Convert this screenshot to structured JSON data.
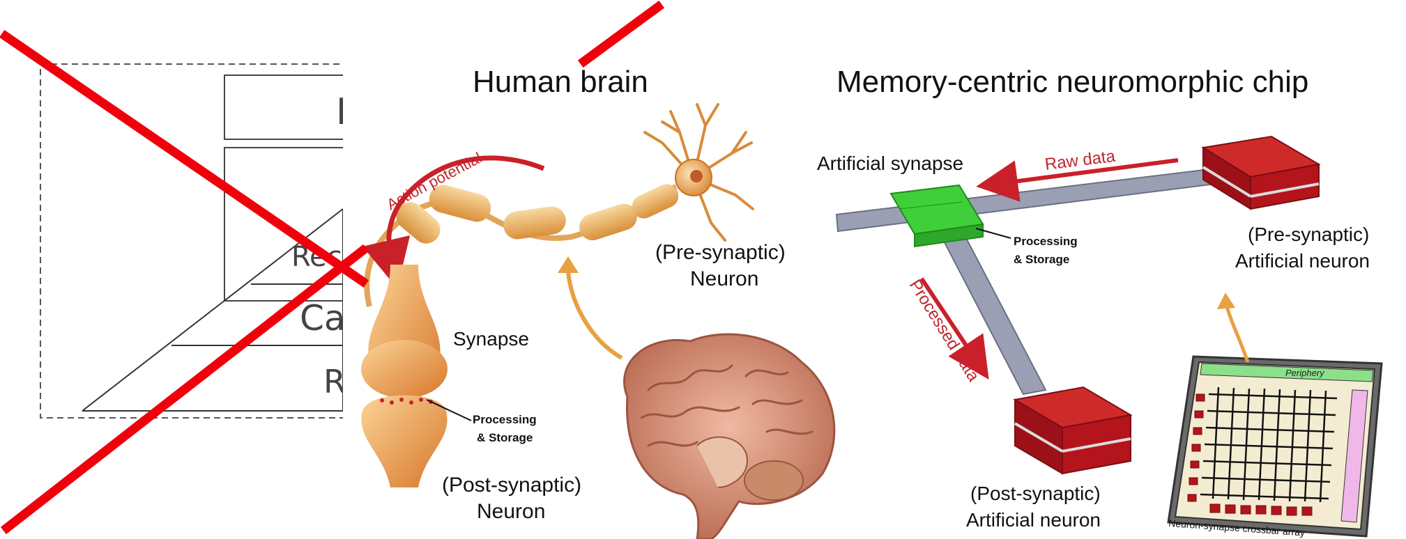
{
  "left_panel": {
    "rows": [
      "I",
      "Rec",
      "Ca",
      "R"
    ]
  },
  "brain_panel": {
    "title": "Human brain",
    "action_potential": "Action potential",
    "pre_neuron": [
      "(Pre-synaptic)",
      "Neuron"
    ],
    "synapse": "Synapse",
    "processing": [
      "Processing",
      "& Storage"
    ],
    "post_neuron": [
      "(Post-synaptic)",
      "Neuron"
    ]
  },
  "chip_panel": {
    "title": "Memory-centric neuromorphic chip",
    "artificial_synapse": "Artificial synapse",
    "raw_data": "Raw data",
    "processing": [
      "Processing",
      "& Storage"
    ],
    "processed_data": "Processed data",
    "pre_neuron": [
      "(Pre-synaptic)",
      "Artificial neuron"
    ],
    "post_neuron": [
      "(Post-synaptic)",
      "Artificial neuron"
    ],
    "periphery": "Periphery",
    "crossbar": "Neuron-synapse crossbar array"
  },
  "colors": {
    "cross_out": "#f0000a",
    "chip_red": "#b4141c",
    "synapse_green": "#3fcf3a",
    "beam_grey": "#9a9fb4",
    "neuron_orange": "#e8a040"
  }
}
